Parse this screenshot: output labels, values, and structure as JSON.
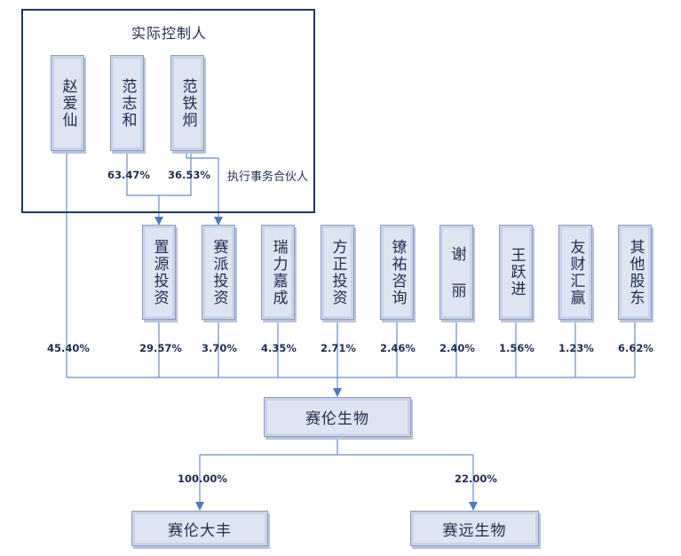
{
  "controller_group": {
    "title": "实际控制人"
  },
  "controllers": [
    {
      "name": "赵爱仙"
    },
    {
      "name": "范志和"
    },
    {
      "name": "范铁炯"
    }
  ],
  "controller_stakes": {
    "fan_zhihe": "63.47%",
    "fan_tiejiong": "36.53%"
  },
  "note": "执行事务合伙人",
  "shareholders": [
    {
      "name": "置源投资",
      "pct": "29.57%"
    },
    {
      "name": "赛派投资",
      "pct": "3.70%"
    },
    {
      "name": "瑞力嘉成",
      "pct": "4.35%"
    },
    {
      "name": "方正投资",
      "pct": "2.71%"
    },
    {
      "name": "镣祐咨询",
      "pct": "2.46%"
    },
    {
      "name": "谢 丽",
      "pct": "2.40%"
    },
    {
      "name": "王跃进",
      "pct": "1.56%"
    },
    {
      "name": "友财汇赢",
      "pct": "1.23%"
    },
    {
      "name": "其他股东",
      "pct": "6.62%"
    }
  ],
  "zhao_pct": "45.40%",
  "company": "赛伦生物",
  "subsidiaries": [
    {
      "name": "赛伦大丰",
      "pct": "100.00%"
    },
    {
      "name": "赛远生物",
      "pct": "22.00%"
    }
  ]
}
